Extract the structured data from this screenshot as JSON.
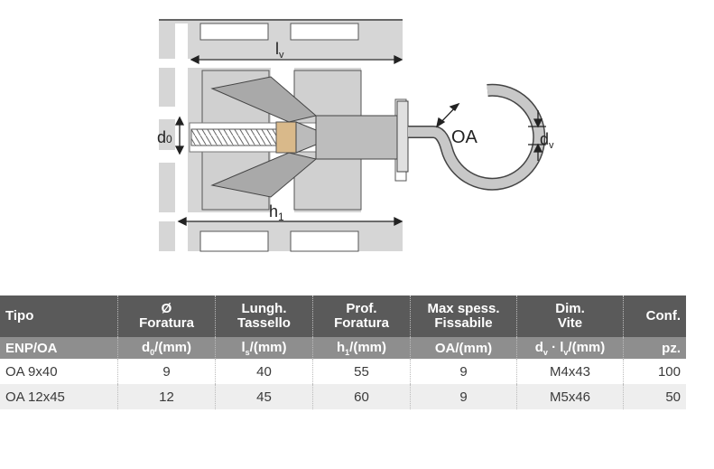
{
  "diagram": {
    "lv_label": "l",
    "lv_sub": "v",
    "d0_label": "d",
    "d0_sub": "0",
    "h1_label": "h",
    "h1_sub": "1",
    "oa_label": "OA",
    "dv_label": "d",
    "dv_sub": "v"
  },
  "table": {
    "header": [
      {
        "line1": "Tipo",
        "line2": ""
      },
      {
        "line1": "Ø",
        "line2": "Foratura"
      },
      {
        "line1": "Lungh.",
        "line2": "Tassello"
      },
      {
        "line1": "Prof.",
        "line2": "Foratura"
      },
      {
        "line1": "Max spess.",
        "line2": "Fissabile"
      },
      {
        "line1": "Dim.",
        "line2": "Vite"
      },
      {
        "line1": "Conf.",
        "line2": ""
      }
    ],
    "units": [
      {
        "text": "ENP/OA",
        "sub": "",
        "rest": ""
      },
      {
        "text": "d",
        "sub": "0",
        "rest": "/(mm)"
      },
      {
        "text": "l",
        "sub": "s",
        "rest": "/(mm)"
      },
      {
        "text": "h",
        "sub": "1",
        "rest": "/(mm)"
      },
      {
        "text": "OA/(mm)",
        "sub": "",
        "rest": ""
      },
      {
        "text": "d",
        "sub": "v",
        "rest": " · l"
      },
      {
        "text": "pz.",
        "sub": "",
        "rest": ""
      }
    ],
    "units_vite_sub2": "v",
    "units_vite_rest2": "/(mm)",
    "rows": [
      [
        "OA 9x40",
        "9",
        "40",
        "55",
        "9",
        "M4x43",
        "100"
      ],
      [
        "OA 12x45",
        "12",
        "45",
        "60",
        "9",
        "M5x46",
        "50"
      ]
    ]
  }
}
